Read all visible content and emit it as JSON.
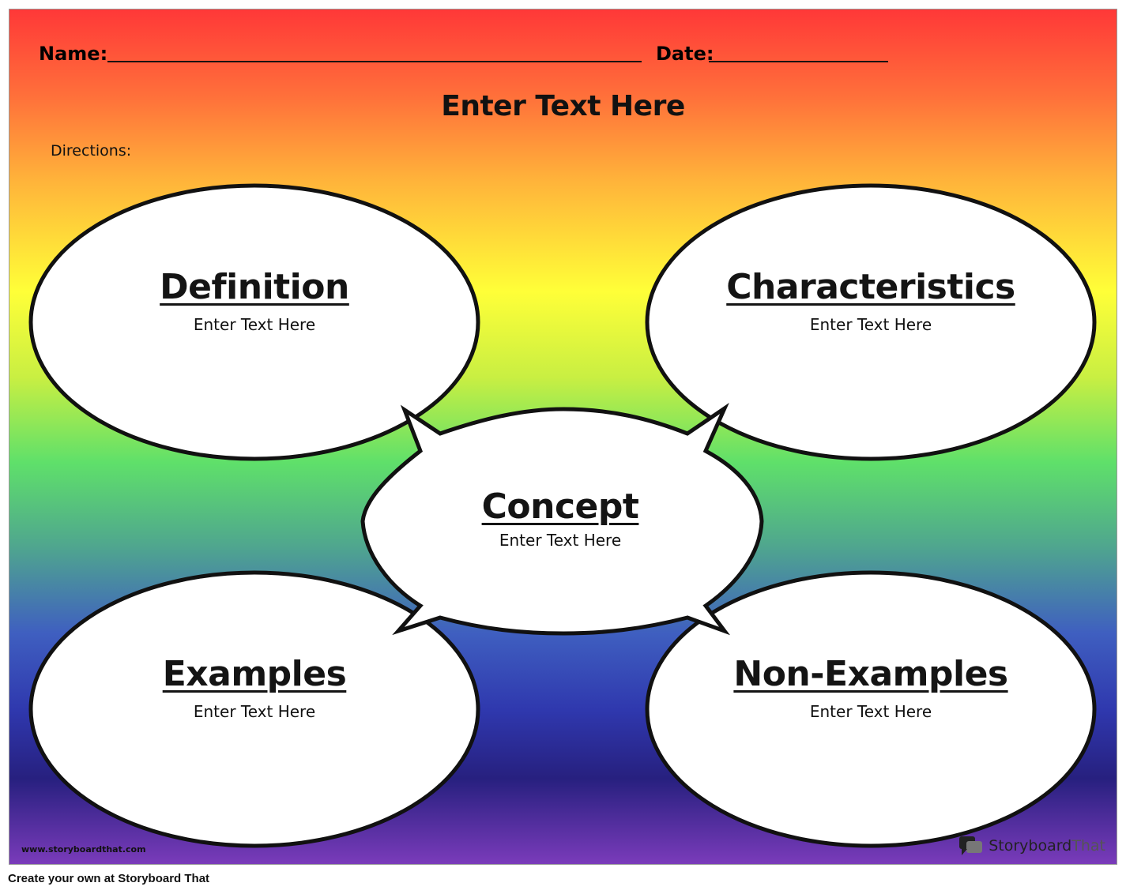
{
  "header": {
    "name_label": "Name:",
    "date_label": "Date:",
    "title": "Enter Text Here",
    "directions": "Directions:"
  },
  "bubbles": {
    "definition": {
      "heading": "Definition",
      "text": "Enter Text Here"
    },
    "characteristics": {
      "heading": "Characteristics",
      "text": "Enter Text Here"
    },
    "concept": {
      "heading": "Concept",
      "text": "Enter Text Here"
    },
    "examples": {
      "heading": "Examples",
      "text": "Enter Text Here"
    },
    "non_examples": {
      "heading": "Non-Examples",
      "text": "Enter Text Here"
    }
  },
  "branding": {
    "site_url": "www.storyboardthat.com",
    "logo_text_a": "Storyboard",
    "logo_text_b": "That",
    "footer": "Create your own at Storyboard That"
  },
  "colors": {
    "gradient": [
      "#ff3838",
      "#ffb33a",
      "#ffff38",
      "#5fe06a",
      "#3f5fc0",
      "#27207f",
      "#7a3bba"
    ],
    "bubble_fill": "#ffffff",
    "bubble_stroke": "#111111"
  }
}
